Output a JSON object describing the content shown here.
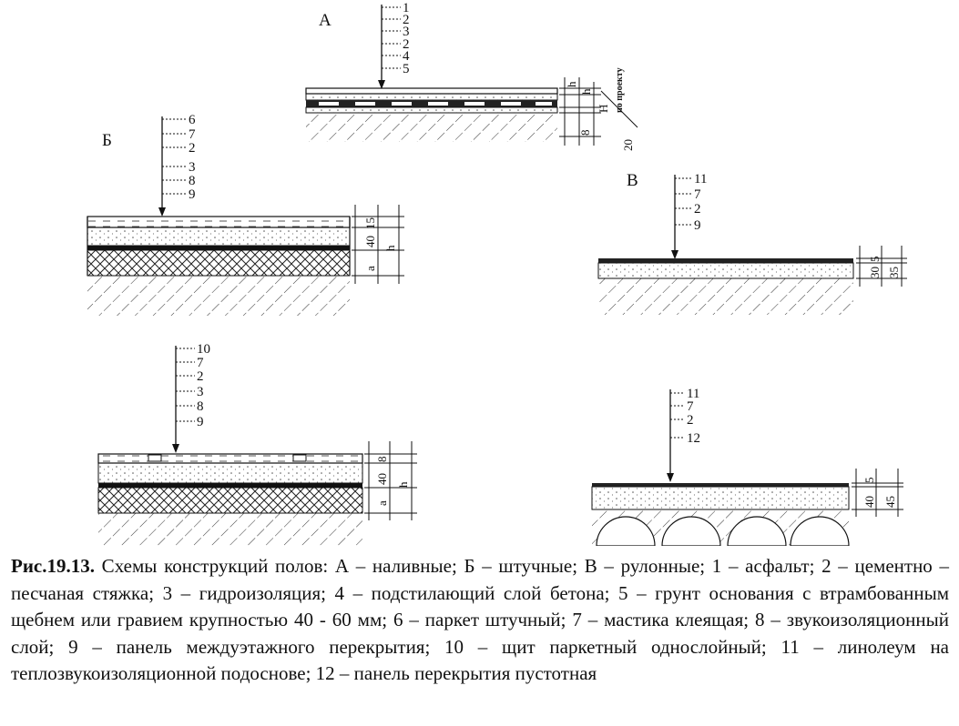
{
  "diagrams": {
    "A": {
      "letter": "А",
      "callouts": [
        "1",
        "2",
        "3",
        "2",
        "4",
        "5"
      ],
      "dims": [
        "h",
        "h",
        "H",
        "8",
        "20"
      ],
      "note": "по проекту"
    },
    "B": {
      "letter": "Б",
      "callouts": [
        "6",
        "7",
        "2",
        "3",
        "8",
        "9"
      ],
      "dims": [
        "15",
        "40",
        "h",
        "a"
      ]
    },
    "V": {
      "letter": "В",
      "callouts": [
        "11",
        "7",
        "2",
        "9"
      ],
      "dims": [
        "5",
        "30",
        "35"
      ]
    },
    "D": {
      "callouts": [
        "10",
        "7",
        "2",
        "3",
        "8",
        "9"
      ],
      "dims": [
        "8",
        "40",
        "a",
        "h"
      ]
    },
    "E": {
      "callouts": [
        "11",
        "7",
        "2",
        "12"
      ],
      "dims": [
        "5",
        "40",
        "45"
      ]
    }
  },
  "caption": {
    "figure_label": "Рис.19.13.",
    "text": " Схемы конструкций полов: А – наливные; Б – штучные; В – рулонные; 1 – асфальт; 2 – цементно – песчаная стяжка; 3 – гидроизоляция; 4 – подстилающий слой бетона; 5 – грунт основания с втрамбованным щебнем или гравием крупностью 40 - 60 мм; 6 – паркет штучный; 7 – мастика клеящая; 8 – звукоизоляционный слой; 9 – панель междуэтажного перекрытия; 10 – щит паркетный однослойный; 11 – линолеум на теплозвукоизоляционной подоснове; 12 – панель перекрытия пустотная"
  }
}
